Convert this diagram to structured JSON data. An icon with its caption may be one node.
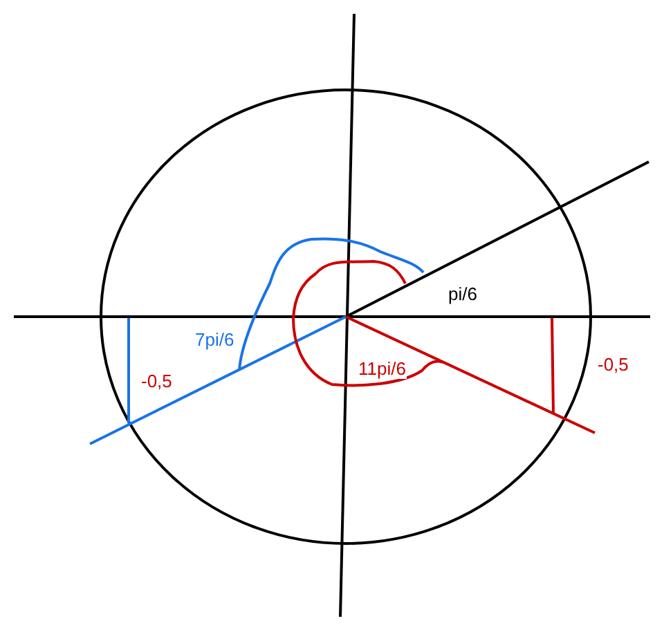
{
  "diagram": {
    "labels": [
      "pi/6",
      "7pi/6",
      "-0,5",
      "11pi/6",
      "-0,5"
    ]
  }
}
